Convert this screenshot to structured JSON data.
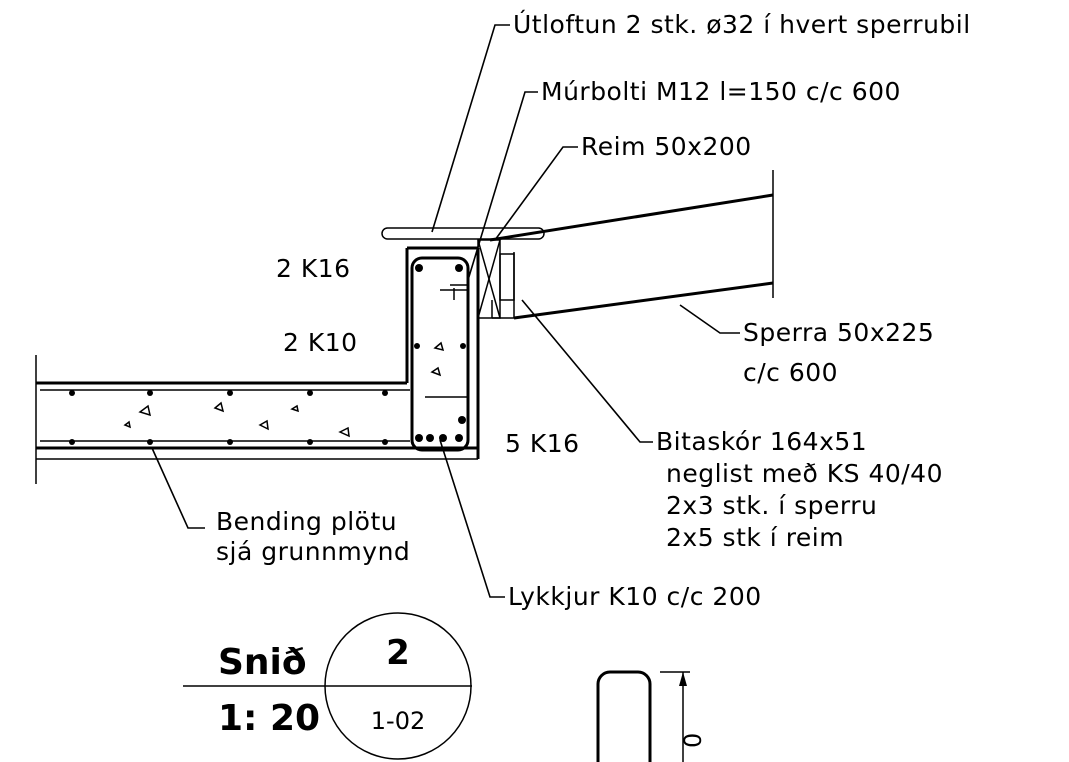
{
  "callouts": {
    "vent": "Útloftun 2 stk. ø32 í hvert sperrubil",
    "anchor": "Múrbolti M12 l=150 c/c 600",
    "wallplate": "Reim 50x200",
    "rafter_1": "Sperra 50x225",
    "rafter_2": "c/c 600",
    "hanger_1": "Bitaskór 164x51",
    "hanger_2": "neglist með KS 40/40",
    "hanger_3": "2x3 stk. í sperru",
    "hanger_4": "2x5 stk í reim",
    "slab_1": "Bending plötu",
    "slab_2": "sjá grunnmynd",
    "stirrups": "Lykkjur K10 c/c 200"
  },
  "rebar": {
    "top": "2 K16",
    "mid": "2 K10",
    "bottom": "5 K16"
  },
  "section_mark": {
    "label": "Snið",
    "scale": "1: 20",
    "number": "2",
    "sheet": "1-02"
  },
  "partial_dimension": "0"
}
